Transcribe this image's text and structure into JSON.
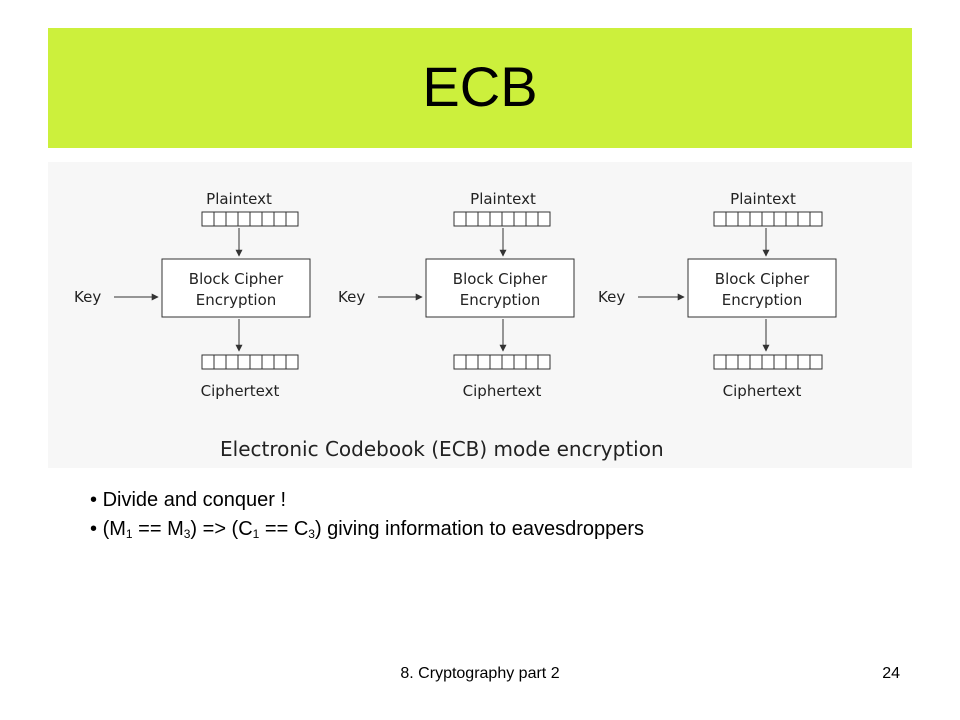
{
  "slide": {
    "title": "ECB",
    "footer": {
      "course": "8. Cryptography part 2",
      "page_number": "24"
    }
  },
  "diagram": {
    "caption": "Electronic Codebook (ECB) mode encryption",
    "blocks": [
      {
        "plaintext_label": "Plaintext",
        "key_label": "Key",
        "cipher_line1": "Block Cipher",
        "cipher_line2": "Encryption",
        "ciphertext_label": "Ciphertext"
      },
      {
        "plaintext_label": "Plaintext",
        "key_label": "Key",
        "cipher_line1": "Block Cipher",
        "cipher_line2": "Encryption",
        "ciphertext_label": "Ciphertext"
      },
      {
        "plaintext_label": "Plaintext",
        "key_label": "Key",
        "cipher_line1": "Block Cipher",
        "cipher_line2": "Encryption",
        "ciphertext_label": "Ciphertext"
      }
    ]
  },
  "bullets": {
    "b1": {
      "marker": "•",
      "text": "Divide and conquer !"
    },
    "b2": {
      "marker": "•",
      "p1": "(M",
      "s1": "1",
      "p2": " == M",
      "s2": "3",
      "p3": ") => (C",
      "s3": "1",
      "p4": " == C",
      "s4": "3",
      "p5": ") giving information to eavesdroppers"
    }
  },
  "colors": {
    "title_bar": "#ccf03c",
    "diagram_background": "#f7f7f7",
    "diagram_stroke": "#333333"
  }
}
